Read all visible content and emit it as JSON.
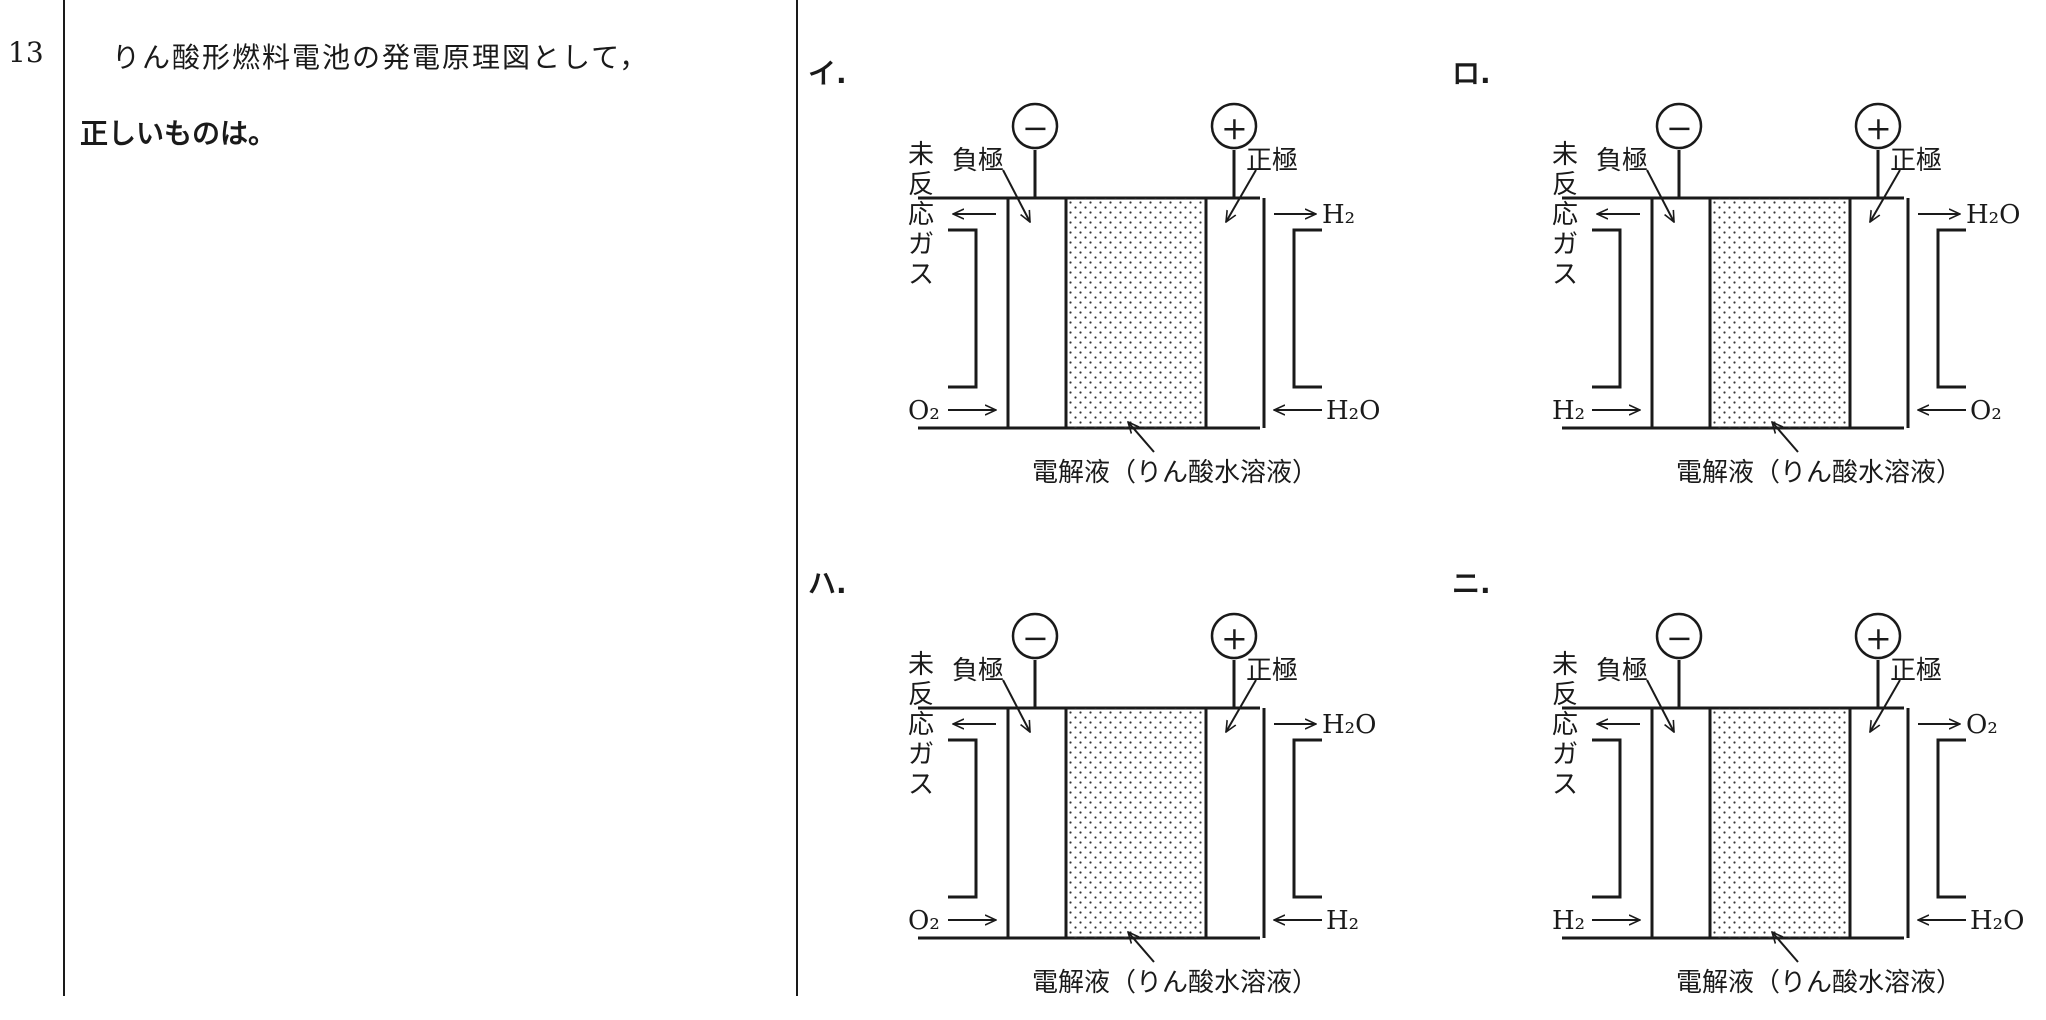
{
  "question": {
    "number": "13",
    "stem_line1": "りん酸形燃料電池の発電原理図として，",
    "stem_line2": "正しいものは。"
  },
  "choices": [
    {
      "label": "イ.",
      "anode_in": "O₂",
      "anode_out_label": "未反応ガス",
      "cathode_in": "H₂O",
      "cathode_out": "H₂",
      "negative": "負極",
      "positive": "正極",
      "minus": "−",
      "plus": "+",
      "electrolyte": "電解液（りん酸水溶液）"
    },
    {
      "label": "ロ.",
      "anode_in": "H₂",
      "anode_out_label": "未反応ガス",
      "cathode_in": "O₂",
      "cathode_out": "H₂O",
      "negative": "負極",
      "positive": "正極",
      "minus": "−",
      "plus": "+",
      "electrolyte": "電解液（りん酸水溶液）"
    },
    {
      "label": "ハ.",
      "anode_in": "O₂",
      "anode_out_label": "未反応ガス",
      "cathode_in": "H₂",
      "cathode_out": "H₂O",
      "negative": "負極",
      "positive": "正極",
      "minus": "−",
      "plus": "+",
      "electrolyte": "電解液（りん酸水溶液）"
    },
    {
      "label": "ニ.",
      "anode_in": "H₂",
      "anode_out_label": "未反応ガス",
      "cathode_in": "H₂O",
      "cathode_out": "O₂",
      "negative": "負極",
      "positive": "正極",
      "minus": "−",
      "plus": "+",
      "electrolyte": "電解液（りん酸水溶液）"
    }
  ]
}
